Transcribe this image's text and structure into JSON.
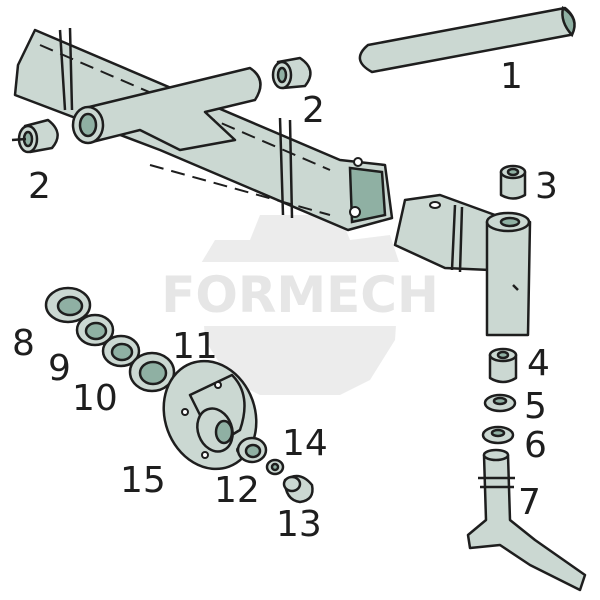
{
  "watermark": {
    "text": "FORMECH"
  },
  "colors": {
    "part_fill": "#cbd8d2",
    "part_shade": "#8fb0a3",
    "outline": "#1e1e1e",
    "watermark": "#e6e6e6"
  },
  "labels": {
    "l1": "1",
    "l2a": "2",
    "l2b": "2",
    "l3": "3",
    "l4": "4",
    "l5": "5",
    "l6": "6",
    "l7": "7",
    "l8": "8",
    "l9": "9",
    "l10": "10",
    "l11": "11",
    "l12": "12",
    "l13": "13",
    "l14": "14",
    "l15": "15"
  }
}
